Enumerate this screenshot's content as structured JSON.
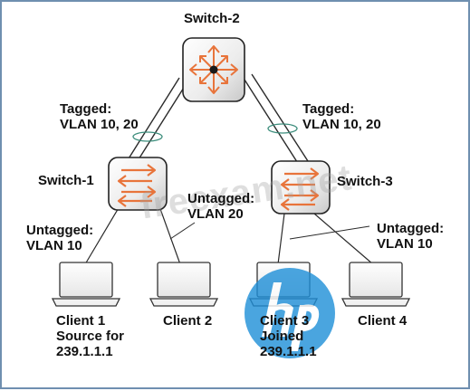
{
  "switches": [
    {
      "id": "switch-2",
      "label": "Switch-2",
      "type": "layer3"
    },
    {
      "id": "switch-1",
      "label": "Switch-1",
      "type": "layer2"
    },
    {
      "id": "switch-3",
      "label": "Switch-3",
      "type": "layer2"
    }
  ],
  "links": {
    "sw1_sw2": {
      "line1": "Tagged:",
      "line2": "VLAN 10, 20"
    },
    "sw3_sw2": {
      "line1": "Tagged:",
      "line2": "VLAN 10, 20"
    },
    "sw1_client1": {
      "line1": "Untagged:",
      "line2": "VLAN 10"
    },
    "sw1_client2": {
      "line1": "Untagged:",
      "line2": "VLAN 20"
    },
    "sw3_client4": {
      "line1": "Untagged:",
      "line2": "VLAN 10"
    }
  },
  "clients": [
    {
      "id": "client-1",
      "lines": [
        "Client 1",
        "Source for",
        "239.1.1.1"
      ]
    },
    {
      "id": "client-2",
      "lines": [
        "Client 2"
      ]
    },
    {
      "id": "client-3",
      "lines": [
        "Client 3",
        "Joined",
        "239.1.1.1"
      ]
    },
    {
      "id": "client-4",
      "lines": [
        "Client 4"
      ]
    }
  ],
  "watermark": {
    "text": "freexam.net",
    "logo": "hp"
  },
  "colors": {
    "switch_arrow": "#e8743b",
    "line": "#2a2a2a",
    "vlan_ring": "#3c8d7c",
    "logo_blue": "#1e8fd8",
    "border": "#6f8fb0"
  }
}
